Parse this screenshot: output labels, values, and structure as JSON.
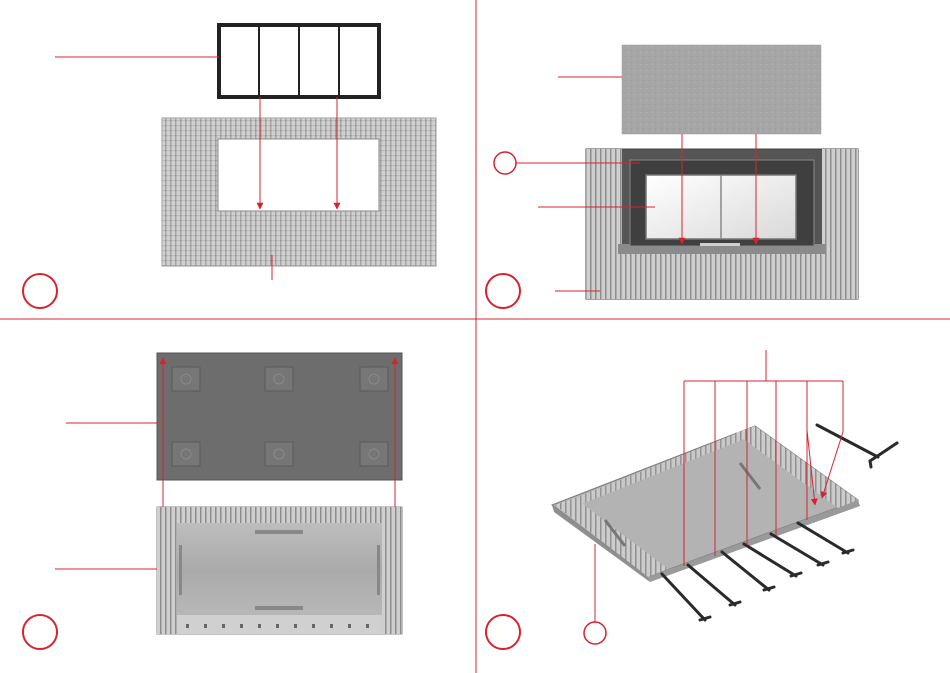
{
  "colors": {
    "accent_red": "#d7232f",
    "frame_black": "#222222",
    "wall_gray": "#c9c9c9",
    "panel_dark_gray": "#6f6f6f",
    "foam_gray": "#a9a9a9",
    "background": "#ffffff"
  },
  "panels": [
    {
      "id": "step-1",
      "marker": "",
      "content": "window-frame-into-wall"
    },
    {
      "id": "step-2",
      "marker": "",
      "content": "cover-panel-onto-wall-with-window"
    },
    {
      "id": "step-3",
      "marker": "",
      "content": "base-plate-onto-floor"
    },
    {
      "id": "step-4",
      "marker": "",
      "content": "pins-into-floor-plate"
    }
  ]
}
